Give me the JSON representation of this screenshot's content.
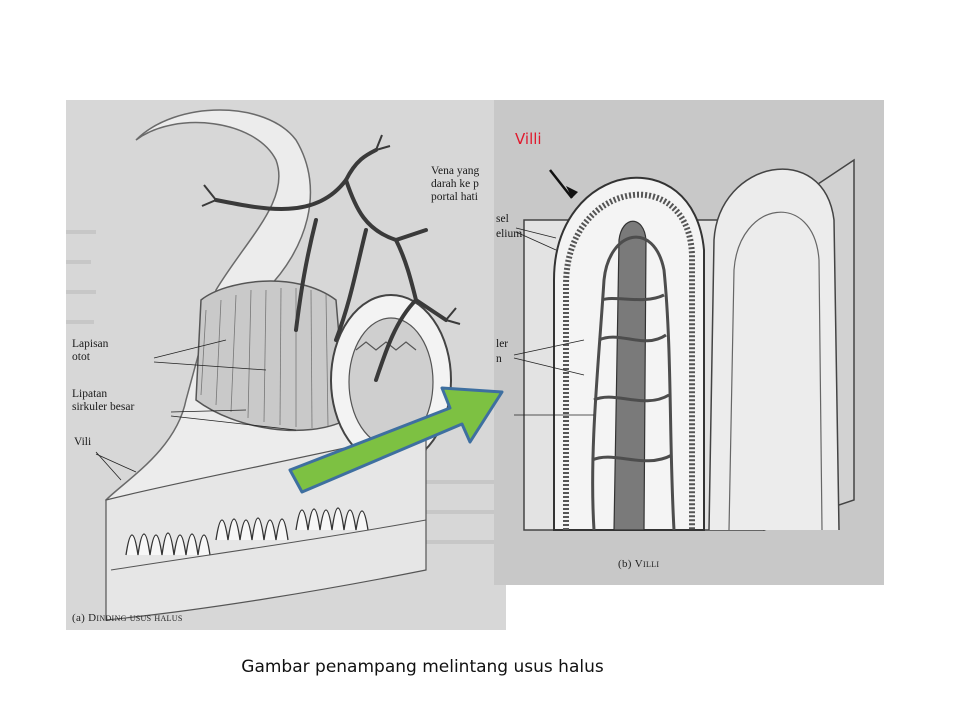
{
  "panel_a": {
    "labels": {
      "vena": [
        "Vena yang",
        "darah ke p",
        "portal hati"
      ],
      "lapisan_otot": [
        "Lapisan",
        "otot"
      ],
      "lipatan": [
        "Lipatan",
        "sirkuler besar"
      ],
      "vili": "Vili"
    },
    "caption_prefix": "(a)",
    "caption_text": "Dinding usus halus"
  },
  "panel_b": {
    "labels": {
      "sel": "sel",
      "elium": "elium",
      "ler": "ler",
      "n": "n"
    },
    "caption_prefix": "(b)",
    "caption_text": "Villi"
  },
  "annotation": {
    "villi_label": "Villi",
    "villi_color": "#e0192d",
    "arrow_fill": "#7dc142",
    "arrow_stroke": "#3e6fa0"
  },
  "caption": "Gambar penampang melintang usus halus"
}
